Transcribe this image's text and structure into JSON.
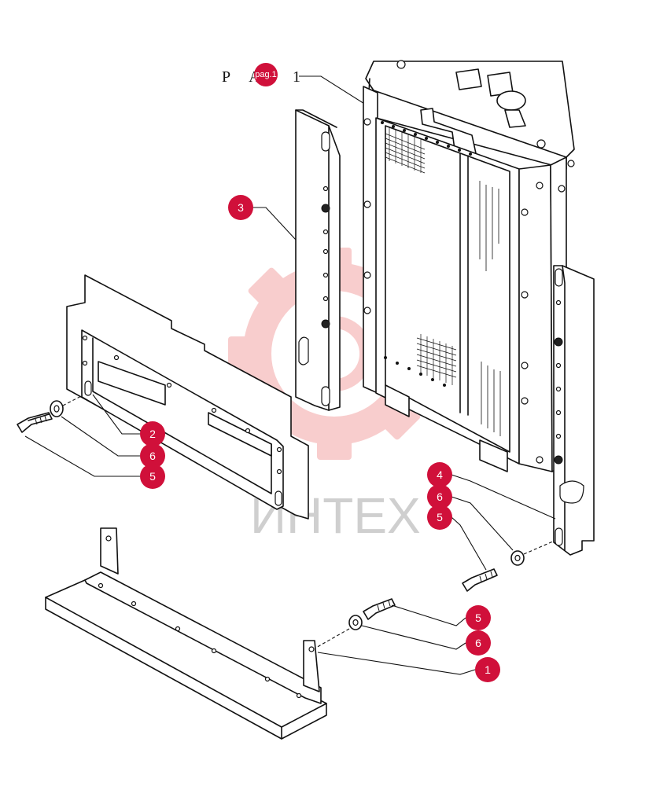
{
  "reference": {
    "prefix": "P A",
    "badge": "pag.1",
    "suffix": "1"
  },
  "watermark": {
    "text": "ИНТЕХ",
    "gear_color": "#f3a6a6",
    "text_color": "#cfcfcf"
  },
  "callout_color": "#d0103a",
  "callouts": [
    {
      "id": "c3",
      "label": "3"
    },
    {
      "id": "c2",
      "label": "2"
    },
    {
      "id": "c6a",
      "label": "6"
    },
    {
      "id": "c5a",
      "label": "5"
    },
    {
      "id": "c4",
      "label": "4"
    },
    {
      "id": "c6b",
      "label": "6"
    },
    {
      "id": "c5b",
      "label": "5"
    },
    {
      "id": "c5c",
      "label": "5"
    },
    {
      "id": "c6c",
      "label": "6"
    },
    {
      "id": "c1",
      "label": "1"
    }
  ]
}
